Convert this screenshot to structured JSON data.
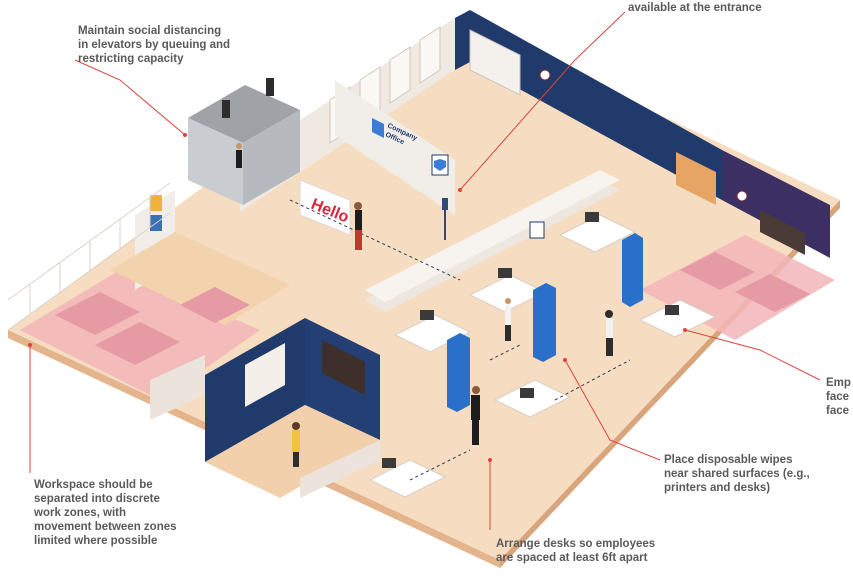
{
  "scene": {
    "signs": {
      "hello": "Hello",
      "company_logo_line1": "Company",
      "company_logo_line2": "Office"
    }
  },
  "callouts": {
    "elevators": [
      "Maintain social distancing",
      "in elevators by queuing and",
      "restricting capacity"
    ],
    "entrance": [
      "available at the entrance"
    ],
    "zones": [
      "Workspace should be",
      "separated into discrete",
      "work zones, with",
      "movement between zones",
      "limited where possible"
    ],
    "wipes": [
      "Place disposable wipes",
      "near shared surfaces (e.g.,",
      "printers and desks)"
    ],
    "desks": [
      "Arrange desks so employees",
      "are spaced at least 6ft apart"
    ],
    "employees": [
      "Emp",
      "face",
      "face"
    ]
  },
  "colors": {
    "floor": "#f6dcc0",
    "floor_dark": "#efc9a4",
    "wall": "#f1ede9",
    "wall_side": "#dcd4cc",
    "navy": "#1f3a6b",
    "purple": "#3b2f64",
    "pink_zone": "#f2b5b8",
    "sofa": "#e69aa3",
    "blue_column": "#2a6fc9",
    "line": "#d9463c",
    "text": "#5a5a5a"
  },
  "icons": [
    "shield-check-icon",
    "hand-sanitizer-icon",
    "clock-icon"
  ]
}
